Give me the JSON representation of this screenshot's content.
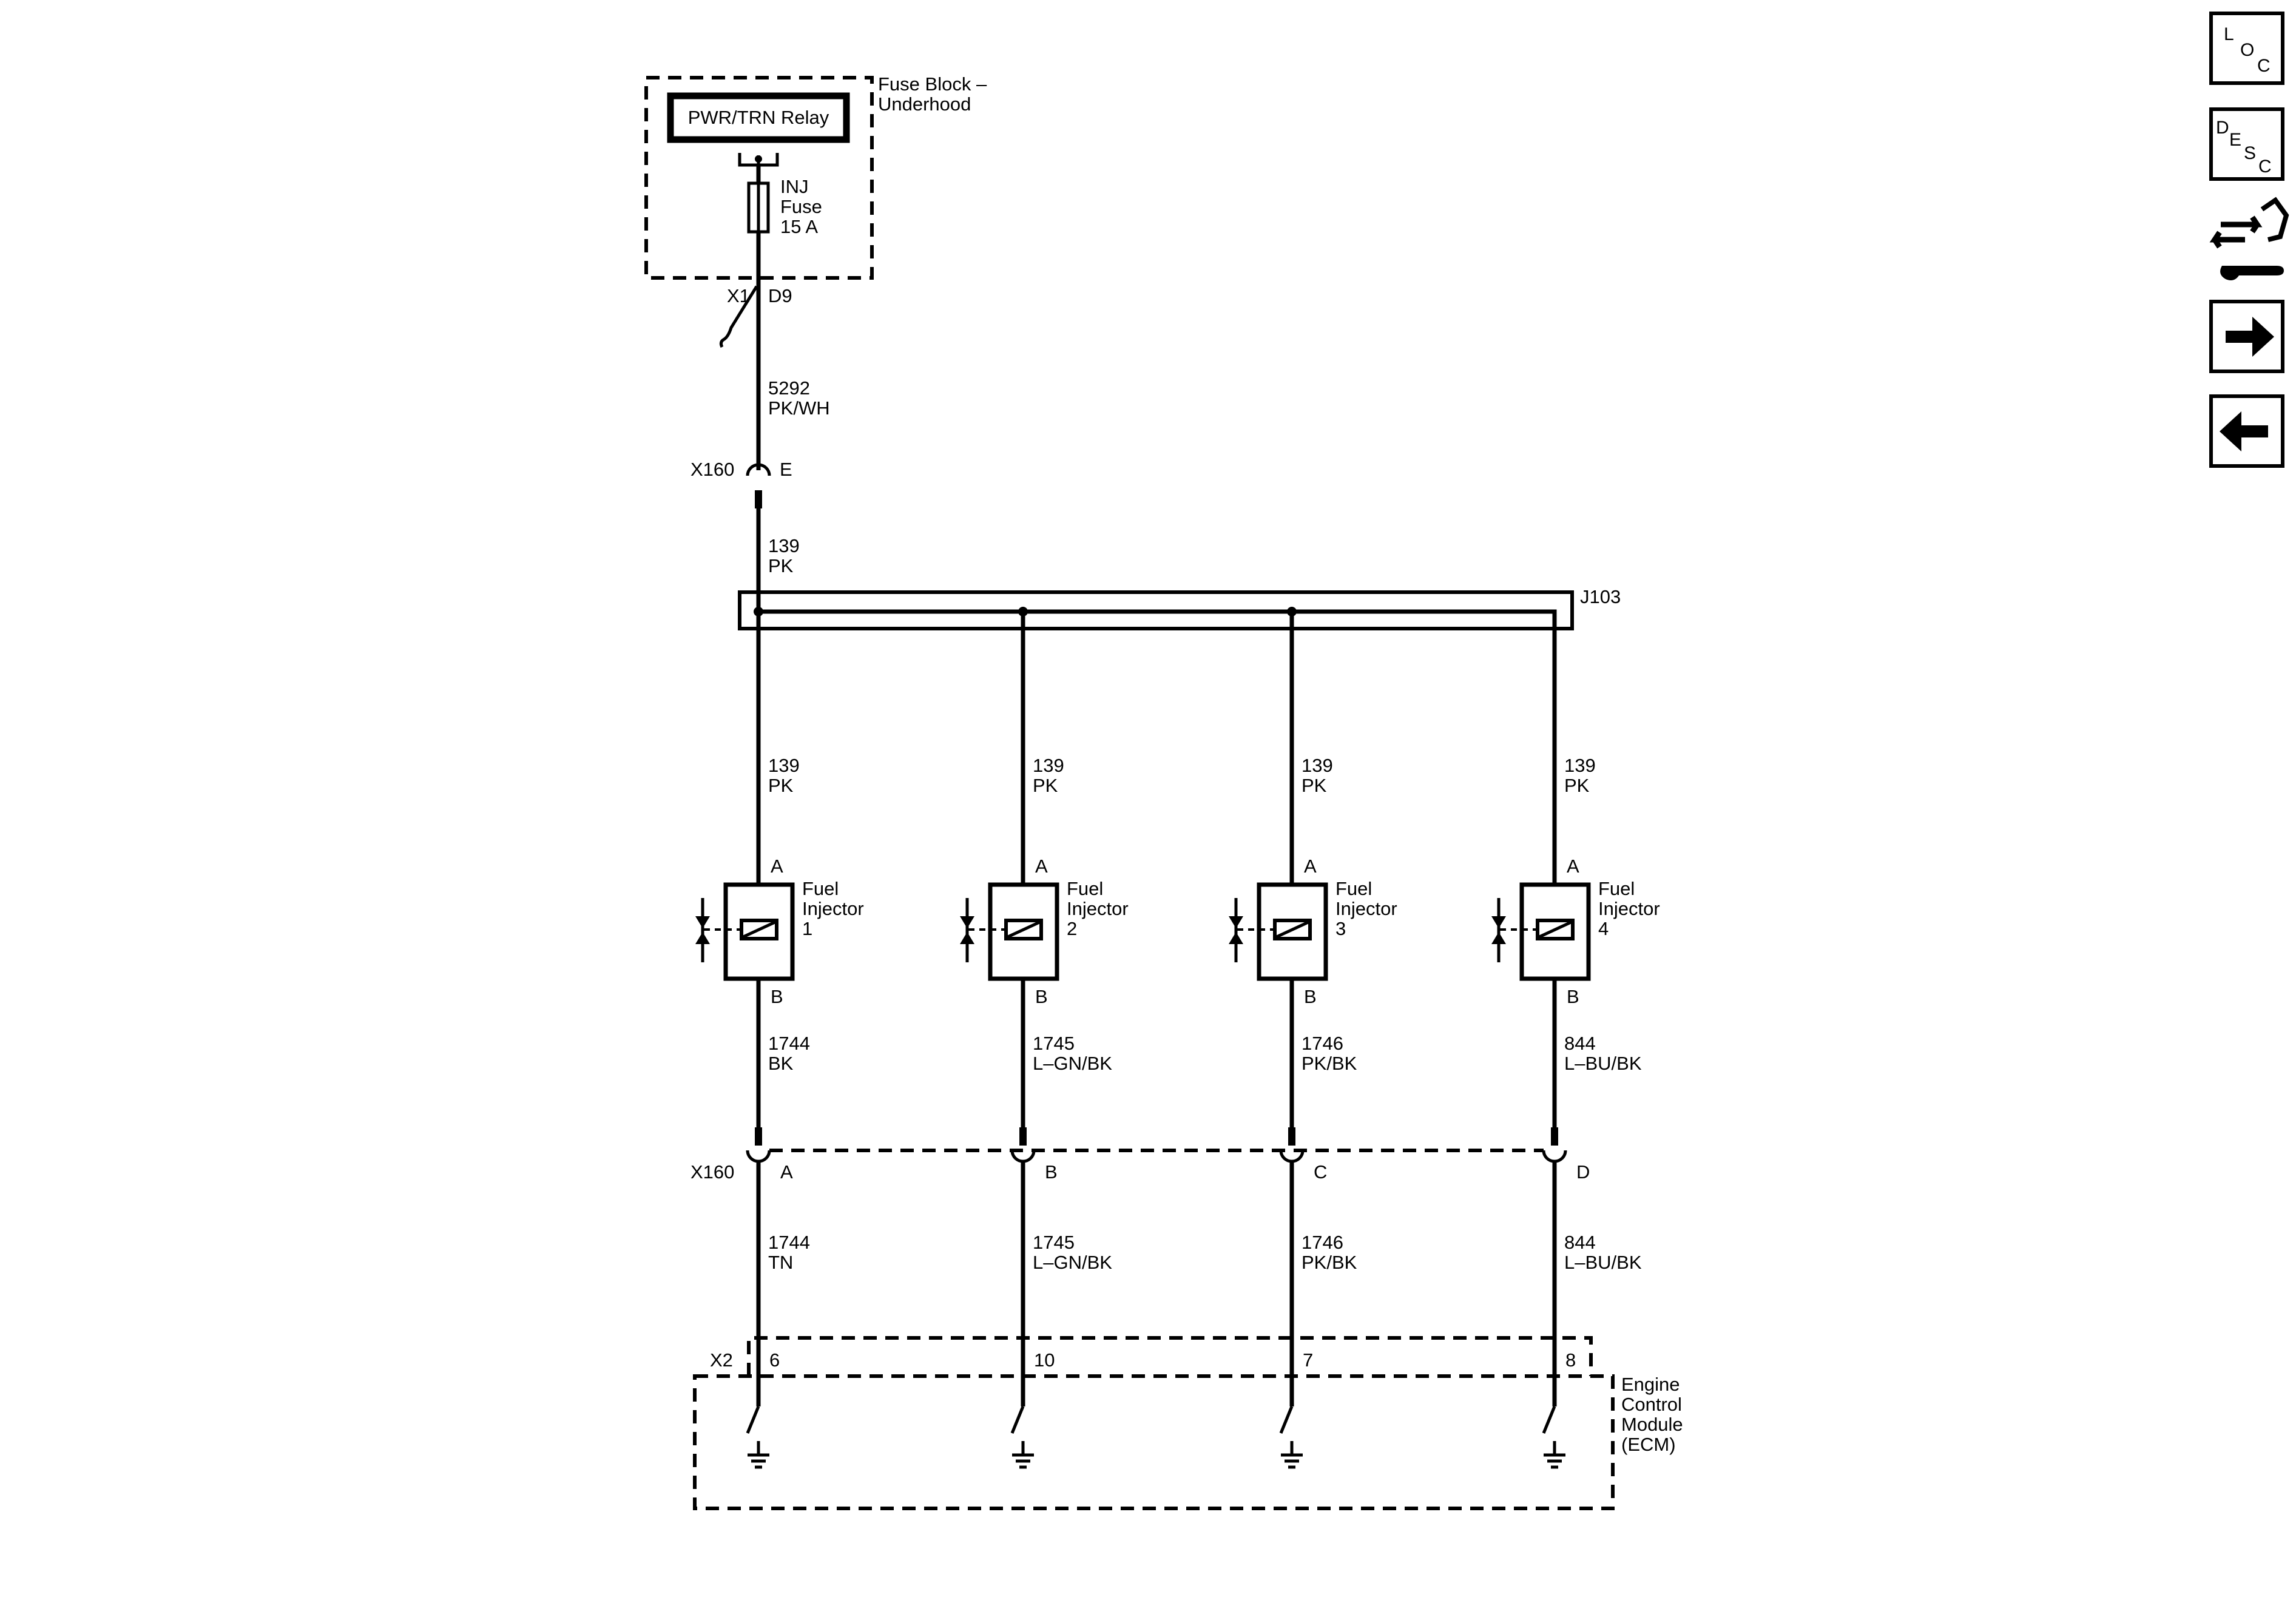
{
  "fuse_block": {
    "title_line1": "Fuse Block –",
    "title_line2": "Underhood",
    "relay": "PWR/TRN Relay",
    "fuse_line1": "INJ",
    "fuse_line2": "Fuse",
    "fuse_line3": "15 A",
    "conn": "X1",
    "pin": "D9"
  },
  "feed_wire": {
    "circuit": "5292",
    "color": "PK/WH"
  },
  "x160_top": {
    "conn": "X160",
    "pin": "E"
  },
  "feed_wire2": {
    "circuit": "139",
    "color": "PK"
  },
  "splice": "J103",
  "branches": [
    {
      "upper_circuit": "139",
      "upper_color": "PK",
      "pin_a": "A",
      "pin_b": "B",
      "injector_line1": "Fuel",
      "injector_line2": "Injector",
      "injector_num": "1",
      "lower_circuit": "1744",
      "lower_color": "BK",
      "x160_pin": "A",
      "ecm_circuit": "1744",
      "ecm_color": "TN",
      "ecm_pin": "6"
    },
    {
      "upper_circuit": "139",
      "upper_color": "PK",
      "pin_a": "A",
      "pin_b": "B",
      "injector_line1": "Fuel",
      "injector_line2": "Injector",
      "injector_num": "2",
      "lower_circuit": "1745",
      "lower_color": "L–GN/BK",
      "x160_pin": "B",
      "ecm_circuit": "1745",
      "ecm_color": "L–GN/BK",
      "ecm_pin": "10"
    },
    {
      "upper_circuit": "139",
      "upper_color": "PK",
      "pin_a": "A",
      "pin_b": "B",
      "injector_line1": "Fuel",
      "injector_line2": "Injector",
      "injector_num": "3",
      "lower_circuit": "1746",
      "lower_color": "PK/BK",
      "x160_pin": "C",
      "ecm_circuit": "1746",
      "ecm_color": "PK/BK",
      "ecm_pin": "7"
    },
    {
      "upper_circuit": "139",
      "upper_color": "PK",
      "pin_a": "A",
      "pin_b": "B",
      "injector_line1": "Fuel",
      "injector_line2": "Injector",
      "injector_num": "4",
      "lower_circuit": "844",
      "lower_color": "L–BU/BK",
      "x160_pin": "D",
      "ecm_circuit": "844",
      "ecm_color": "L–BU/BK",
      "ecm_pin": "8"
    }
  ],
  "x160_bottom": {
    "conn": "X160"
  },
  "ecm": {
    "conn": "X2",
    "line1": "Engine",
    "line2": "Control",
    "line3": "Module",
    "line4": "(ECM)"
  },
  "nav": {
    "loc": {
      "l1": "L",
      "l2": "O",
      "l3": "C"
    },
    "desc": {
      "l1": "D",
      "l2": "E",
      "l3": "S",
      "l4": "C"
    },
    "icons": [
      "connector-wrench-icon",
      "arrow-right-icon",
      "arrow-left-icon"
    ]
  }
}
